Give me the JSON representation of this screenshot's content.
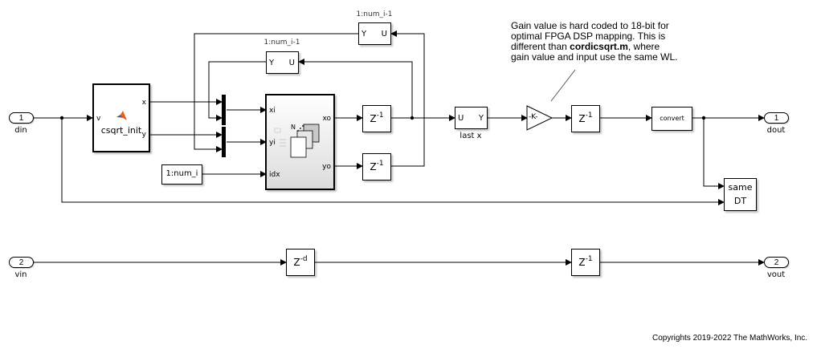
{
  "inports": [
    {
      "number": "1",
      "name": "din"
    },
    {
      "number": "2",
      "name": "vin"
    }
  ],
  "outports": [
    {
      "number": "1",
      "name": "dout"
    },
    {
      "number": "2",
      "name": "vout"
    }
  ],
  "blocks": {
    "csqrt_init": {
      "label": "csqrt_init",
      "in_port": "v",
      "out_ports": [
        "x",
        "y"
      ],
      "icon": "matlab-function-icon"
    },
    "for_each": {
      "in_ports": [
        "xi",
        "yi",
        "idx"
      ],
      "out_ports": [
        "xo",
        "yo"
      ],
      "icon_label": "N",
      "icon": "for-each-subsystem-icon"
    },
    "selector_top": {
      "above_label": "1:num_i-1",
      "left_port": "Y",
      "right_port": "U"
    },
    "selector_mid": {
      "above_label": "1:num_i-1",
      "left_port": "Y",
      "right_port": "U"
    },
    "constant_idx": {
      "label": "1:num_i"
    },
    "delay_xo": {
      "base": "Z",
      "exp": "-1"
    },
    "delay_yo": {
      "base": "Z",
      "exp": "-1"
    },
    "selector_last": {
      "left_port": "U",
      "right_port": "Y",
      "below_label": "last x"
    },
    "gain": {
      "label": "-K-"
    },
    "delay_gain": {
      "base": "Z",
      "exp": "-1"
    },
    "convert": {
      "label": "convert"
    },
    "same_dt": {
      "line1": "same",
      "line2": "DT"
    },
    "delay_vin": {
      "base": "Z",
      "exp": "-d"
    },
    "delay_vout": {
      "base": "Z",
      "exp": "-1"
    }
  },
  "annotation": {
    "line1": "Gain value is hard coded to 18-bit for",
    "line2": "optimal FPGA DSP mapping. This is",
    "line3_pre": "different than ",
    "line3_bold": "cordicsqrt.m",
    "line3_post": ", where",
    "line4": "gain value and input use the same WL."
  },
  "copyright": "Copyrights 2019-2022 The MathWorks, Inc.",
  "colors": {
    "line": "#000000",
    "background": "#ffffff",
    "matlab_orange": "#e2611b",
    "matlab_blue": "#2a6cb4"
  }
}
